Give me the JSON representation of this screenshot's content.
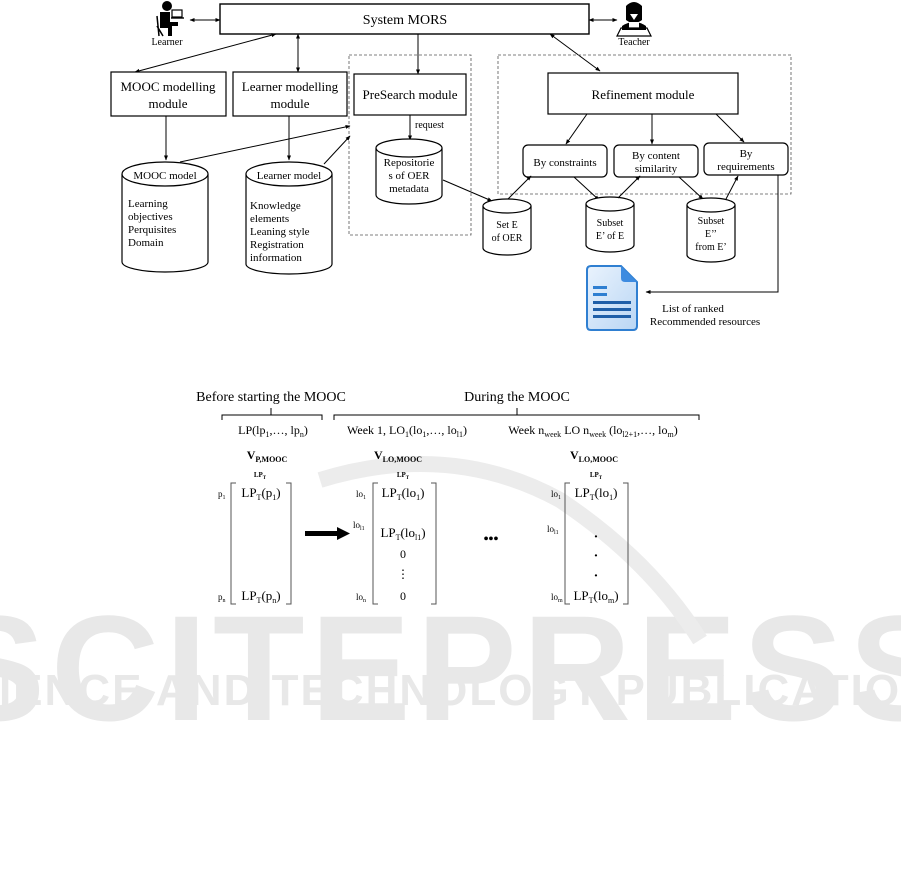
{
  "diagram_top": {
    "actors": {
      "learner": "Learner",
      "teacher": "Teacher"
    },
    "system": "System MORS",
    "modules": {
      "mooc_modelling": [
        "MOOC modelling",
        "module"
      ],
      "learner_modelling": [
        "Learner modelling",
        "module"
      ],
      "presearch": "PreSearch module",
      "refinement": "Refinement module"
    },
    "edge_labels": {
      "request": "request"
    },
    "databases": {
      "mooc_model": {
        "title": "MOOC model",
        "lines": [
          "Learning",
          "objectives",
          "Perquisites",
          "Domain"
        ]
      },
      "learner_model": {
        "title": "Learner model",
        "lines": [
          "Knowledge",
          "elements",
          "Leaning  style",
          "Registration",
          "information"
        ]
      },
      "repositories": [
        "Repositorie",
        "s of OER",
        "metadata"
      ],
      "set_e": [
        "Set  E",
        "of OER"
      ],
      "subset_e1": [
        "Subset",
        "E’ of E"
      ],
      "subset_e2": [
        "Subset",
        "E’’",
        "from E’"
      ]
    },
    "filters": {
      "constraints": [
        "By constraints"
      ],
      "content": [
        "By content",
        "similarity"
      ],
      "requirements": [
        "By",
        "requirements"
      ]
    },
    "output": [
      "List of ranked",
      "Recommended  resources"
    ]
  },
  "diagram_bottom": {
    "phases": {
      "before": "Before starting the MOOC",
      "during": "During the MOOC"
    },
    "labels": {
      "lp": [
        "LP(lp",
        "1",
        ",…, lp",
        "n",
        ")"
      ],
      "week1": [
        "Week 1, LO",
        "1",
        "(lo",
        "1",
        ",…, lo",
        "l1",
        ")"
      ],
      "weekn": [
        "Week n",
        "week",
        " LO n",
        "week",
        " (lo",
        "l2+1",
        ",…, lo",
        "m",
        ")"
      ]
    },
    "vectors": {
      "vp": [
        "V",
        "P,MOOC"
      ],
      "vlo1": [
        "V",
        "LO,MOOC"
      ],
      "vlo2": [
        "V",
        "LO,MOOC"
      ]
    },
    "col_header": [
      "LP",
      "T"
    ],
    "matrix1": {
      "rows": [
        [
          "p",
          "1"
        ],
        [
          "p",
          "n"
        ]
      ],
      "cells": [
        [
          "LP",
          "T",
          "(p",
          "1",
          ")"
        ],
        [
          "LP",
          "T",
          "(p",
          "n",
          ")"
        ]
      ]
    },
    "matrix2": {
      "rows": [
        [
          "lo",
          "1"
        ],
        [
          "lo",
          "l1"
        ],
        [
          "lo",
          "n"
        ]
      ],
      "cells": [
        [
          "LP",
          "T",
          "(lo",
          "1",
          ")"
        ],
        [
          "LP",
          "T",
          "(lo",
          "l1",
          ")"
        ],
        "0",
        "⋮",
        "0"
      ]
    },
    "matrix3": {
      "rows": [
        [
          "lo",
          "1"
        ],
        [
          "lo",
          "l1"
        ],
        [
          "lo",
          "m"
        ]
      ],
      "cells": [
        [
          "LP",
          "T",
          "(lo",
          "1",
          ")"
        ],
        "·",
        "·",
        "·",
        [
          "LP",
          "T",
          "(lo",
          "m",
          ")"
        ]
      ]
    },
    "ellipsis": "•••"
  },
  "watermark": {
    "line1": "SCITEPRESS",
    "line2": "SCIENCE AND TECHNOLOGY PUBLICATIONS"
  }
}
